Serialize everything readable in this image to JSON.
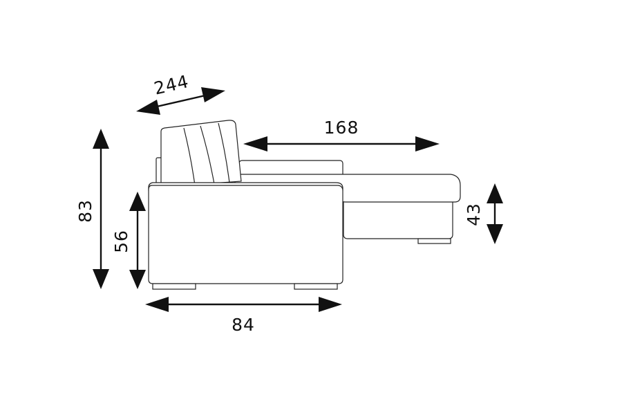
{
  "dimensions": {
    "total_length": "244",
    "chaise_length": "168",
    "total_height": "83",
    "seat_height": "56",
    "depth": "84",
    "chaise_height": "43"
  },
  "colors": {
    "line": "#222222",
    "arrow": "#111111",
    "background": "#ffffff"
  }
}
